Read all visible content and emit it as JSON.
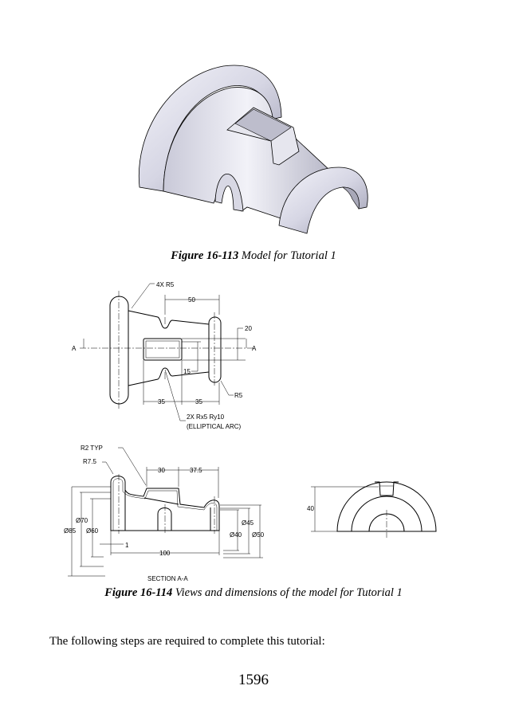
{
  "figure1": {
    "number": "Figure 16-113",
    "title": " Model for Tutorial 1"
  },
  "figure2": {
    "number": "Figure 16-114",
    "title": " Views and dimensions of the model for Tutorial 1"
  },
  "top_view_labels": {
    "fillet_4x": "4X R5",
    "dim_50": "50",
    "dim_20": "20",
    "section_left": "A",
    "section_right": "A",
    "dim_15": "15",
    "r5": "R5",
    "dim_35a": "35",
    "dim_35b": "35",
    "elliptical_1": "2X Rx5 Ry10",
    "elliptical_2": "(ELLIPTICAL ARC)"
  },
  "section_labels": {
    "r2": "R2 TYP",
    "r75": "R7.5",
    "dim_30": "30",
    "dim_375": "37.5",
    "d70": "Ø70",
    "d85": "Ø85",
    "d60": "Ø60",
    "dim_1": "1",
    "dim_100": "100",
    "d45": "Ø45",
    "d40": "Ø40",
    "d50": "Ø50",
    "title": "SECTION A-A"
  },
  "side_view_labels": {
    "dim_40": "40"
  },
  "body_text": "The following steps are required to complete this tutorial:",
  "page_number": "1596"
}
